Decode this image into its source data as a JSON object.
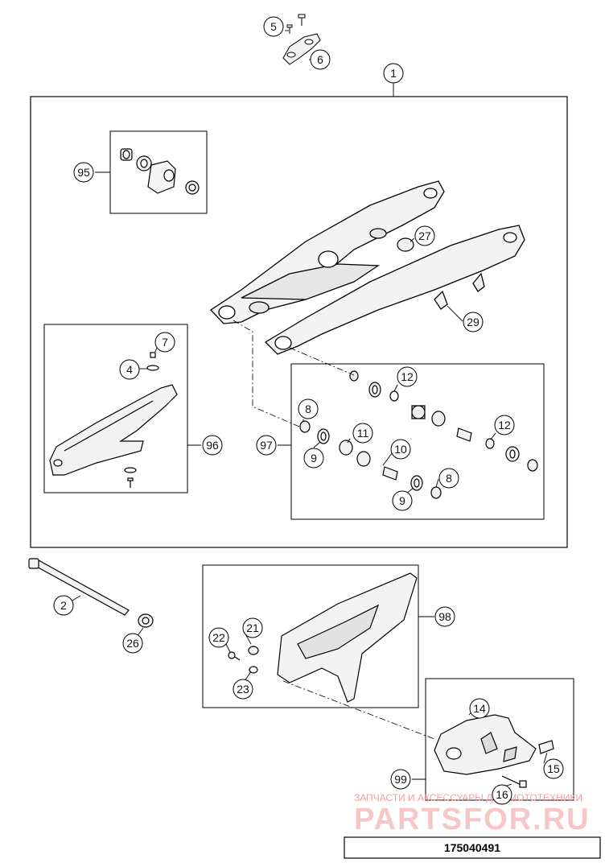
{
  "callouts": {
    "c1": "1",
    "c2": "2",
    "c4": "4",
    "c5": "5",
    "c6": "6",
    "c7": "7",
    "c8a": "8",
    "c8b": "8",
    "c9a": "9",
    "c9b": "9",
    "c10": "10",
    "c11": "11",
    "c12a": "12",
    "c12b": "12",
    "c14": "14",
    "c15": "15",
    "c16": "16",
    "c21": "21",
    "c22": "22",
    "c23": "23",
    "c26": "26",
    "c27": "27",
    "c29": "29",
    "c95": "95",
    "c96": "96",
    "c97": "97",
    "c98": "98",
    "c99": "99"
  },
  "watermark": {
    "caption": "ЗАПЧАСТИ И АКСЕССУАРЫ ДЛЯ МОТОТЕХНИКИ",
    "brand": "PARTSFOR.RU"
  },
  "footer": {
    "part_number": "175040491"
  },
  "colors": {
    "line": "#000000",
    "watermark": "#e05555"
  }
}
